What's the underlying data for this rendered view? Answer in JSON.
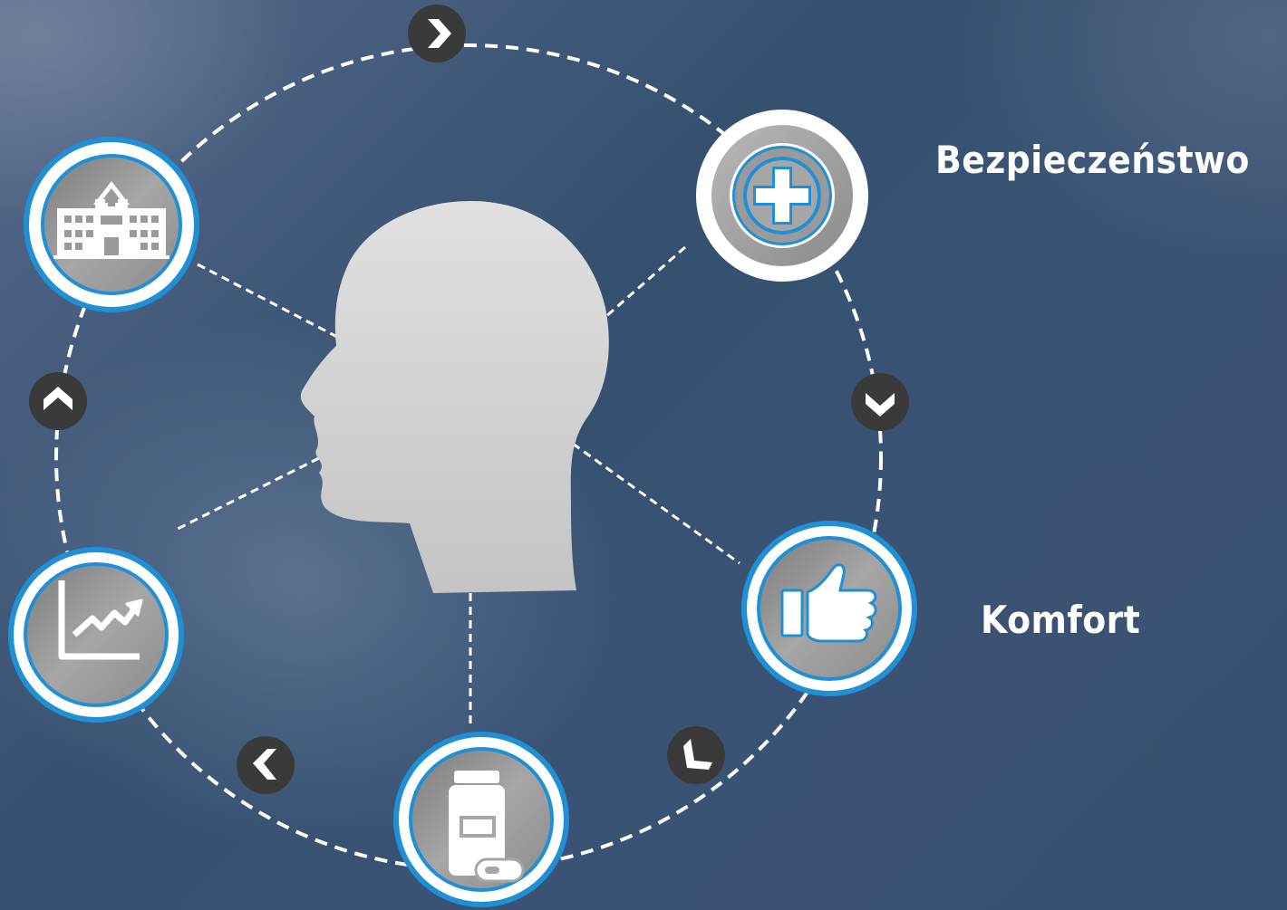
{
  "labels": {
    "safety": "Bezpieczeństwo",
    "comfort": "Komfort"
  },
  "nodes": [
    {
      "name": "hospital-node",
      "icon": "hospital-icon"
    },
    {
      "name": "medical-cross-node",
      "icon": "medical-cross-icon"
    },
    {
      "name": "thumbs-up-node",
      "icon": "thumbs-up-icon"
    },
    {
      "name": "medicine-bottle-node",
      "icon": "medicine-bottle-icon"
    },
    {
      "name": "growth-chart-node",
      "icon": "growth-chart-icon"
    }
  ],
  "arrows": [
    "right",
    "down",
    "down-left",
    "left",
    "up"
  ],
  "colors": {
    "accent_blue": "#1f8fd6",
    "ring_white": "#ffffff",
    "icon_gray": "#9a9a9a",
    "arrow_dark": "#3a3a3a",
    "head_gray": "#d4d4d4"
  }
}
